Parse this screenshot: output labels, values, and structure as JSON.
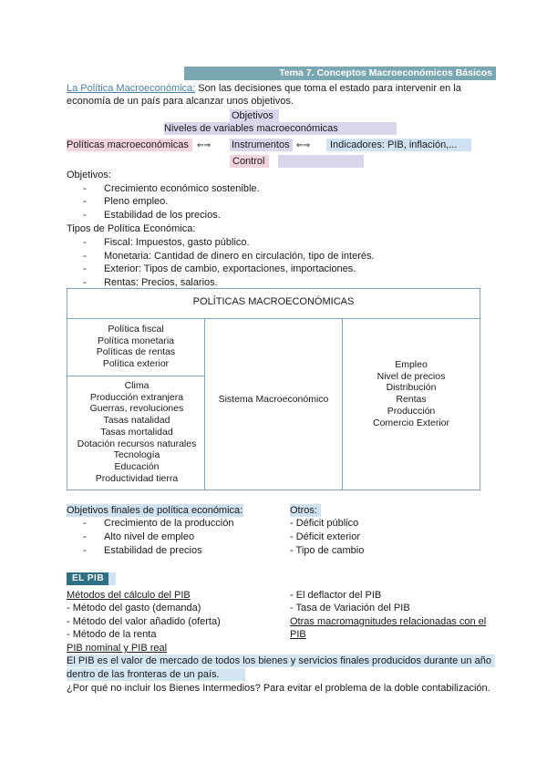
{
  "header": {
    "title": "Tema 7. Conceptos Macroeconómicos Básicos"
  },
  "intro": {
    "term": "La Política Macroeconómica:",
    "line1": "Son las decisiones que toma el estado para intervenir en la",
    "line2": "economía de un país para alcanzar unos objetivos."
  },
  "scheme": {
    "objetivos": "Objetivos",
    "niveles": "Niveles de variables macroeconómicas",
    "politicas": "Políticas macroeconómicas",
    "arrow1": "⇐⇒",
    "instrumentos": "Instrumentos",
    "arrow2": "⇐⇒",
    "indicadores": "Indicadores: PIB, inflación,...",
    "control": "Control"
  },
  "objectives": {
    "heading": "Objetivos:",
    "items": [
      "Crecimiento económico sostenible.",
      "Pleno empleo.",
      "Estabilidad de los precios."
    ]
  },
  "policy_types": {
    "heading": "Tipos de Política Económica:",
    "items": [
      "Fiscal: Impuestos, gasto público.",
      "Monetaria: Cantidad de dinero en circulación, tipo de interés.",
      "Exterior: Tipos de cambio, exportaciones, importaciones.",
      "Rentas: Precios, salarios."
    ]
  },
  "table": {
    "title": "POLÍTICAS MACROECONÓMICAS",
    "policies": [
      "Política fiscal",
      "Política monetaria",
      "Políticas de rentas",
      "Política exterior"
    ],
    "external": [
      "Clima",
      "Producción extranjera",
      "Guerras, revoluciones",
      "Tasas natalidad",
      "Tasas mortalidad",
      "Dotación recursos naturales",
      "Tecnología",
      "Educación",
      "Productividad tierra"
    ],
    "center": "Sistema Macroeconómico",
    "outputs": [
      "Empleo",
      "Nivel de precios",
      "Distribución",
      "Rentas",
      "Producción",
      "Comercio Exterior"
    ]
  },
  "final_objectives": {
    "heading": "Objetivos finales de política económica:",
    "items": [
      "Crecimiento de la producción",
      "Alto nivel de empleo",
      "Estabilidad de precios"
    ]
  },
  "others": {
    "heading": "Otros:",
    "items": [
      "- Déficit público",
      "- Déficit exterior",
      "- Tipo de cambio"
    ]
  },
  "pib": {
    "badge": "EL PIB",
    "methods_heading": "Métodos del cálculo del PIB",
    "methods": [
      "- Método del gasto (demanda)",
      "- Método del valor añadido (oferta)",
      "- Método de la renta"
    ],
    "nominal_real": "PIB nominal y PIB real",
    "right_items": [
      "- El deflactor del PIB",
      "- Tasa de Variación del PIB"
    ],
    "other_heading_1": "Otras macromagnitudes relacionadas con el",
    "other_heading_2": "PIB",
    "definition_1": "El PIB es el valor de mercado de todos los bienes y servicios finales producidos durante un año",
    "definition_2": "dentro de las fronteras de un país.",
    "question": "¿Por qué no incluir los Bienes Intermedios? Para evitar el problema de la doble contabilización."
  },
  "colors": {
    "title_bar": "#7aa7b2",
    "badge": "#2f6f86",
    "pink": "#f2d4dc",
    "lavender": "#dcd6ec",
    "blue": "#cfe2f2",
    "link": "#4a7fa8"
  }
}
